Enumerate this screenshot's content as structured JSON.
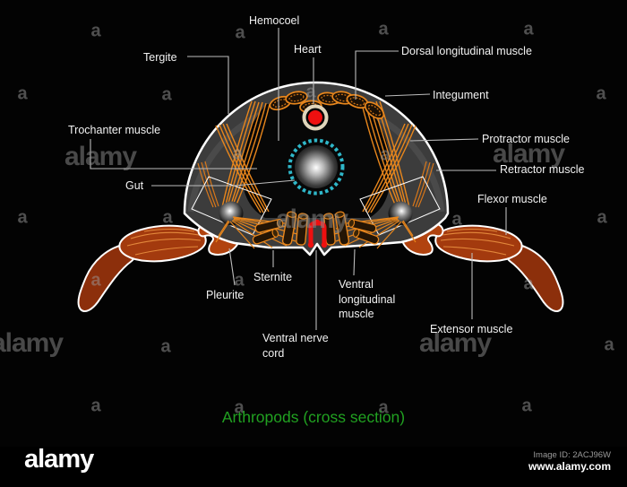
{
  "title": "Arthropods (cross section)",
  "labels": {
    "hemocoel": "Hemocoel",
    "heart": "Heart",
    "dorsal_longitudinal_muscle": "Dorsal longitudinal muscle",
    "tergite": "Tergite",
    "integument": "Integument",
    "trochanter_muscle": "Trochanter muscle",
    "protractor_muscle": "Protractor muscle",
    "retractor_muscle": "Retractor muscle",
    "gut": "Gut",
    "flexor_muscle": "Flexor muscle",
    "sternite": "Sternite",
    "pleurite": "Pleurite",
    "ventral_longitudinal_muscle": "Ventral\nlongitudinal\nmuscle",
    "ventral_nerve_cord": "Ventral nerve\ncord",
    "extensor_muscle": "Extensor muscle"
  },
  "watermark": {
    "letter": "a",
    "word": "alamy"
  },
  "footer": {
    "logo": "alamy",
    "image_id": "Image ID: 2ACJ96W",
    "url": "www.alamy.com"
  },
  "colors": {
    "title-green": "#21a121",
    "heart-red": "#ee1010",
    "heart-ring-cream": "#e0d5bb",
    "gut-ring-cyan": "#2fb7c9",
    "muscle-orange": "#e8861c",
    "leg-rust": "#a33a0e",
    "body-gray": "#3c3c3c",
    "outline-white": "#ffffff",
    "leader-gray": "#bcbcbc"
  }
}
